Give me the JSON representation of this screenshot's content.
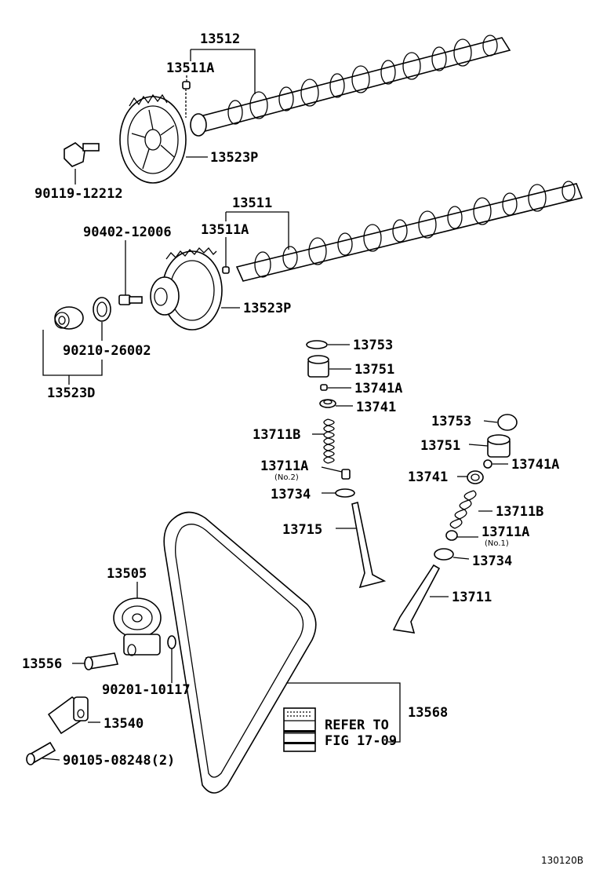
{
  "labels": {
    "p13512": "13512",
    "p13511A_top": "13511A",
    "p13523P_top": "13523P",
    "p90119": "90119-12212",
    "p13511": "13511",
    "p90402": "90402-12006",
    "p13511A_mid": "13511A",
    "p13523P_mid": "13523P",
    "p90210": "90210-26002",
    "p13523D": "13523D",
    "p13753_a": "13753",
    "p13751_a": "13751",
    "p13741A_a": "13741A",
    "p13741_a": "13741",
    "p13711B_a": "13711B",
    "p13711A_a": "13711A",
    "p13711A_a_note": "(No.2)",
    "p13734_a": "13734",
    "p13715": "13715",
    "p13753_b": "13753",
    "p13751_b": "13751",
    "p13741A_b": "13741A",
    "p13741_b": "13741",
    "p13711B_b": "13711B",
    "p13711A_b": "13711A",
    "p13711A_b_note": "(No.1)",
    "p13734_b": "13734",
    "p13711": "13711",
    "p13505": "13505",
    "p13556": "13556",
    "p90201": "90201-10117",
    "p13540": "13540",
    "p13568": "13568",
    "refer_line1": "REFER TO",
    "refer_line2": "FIG 17-09",
    "p90105": "90105-08248(2)",
    "fig_code": "130120B"
  }
}
